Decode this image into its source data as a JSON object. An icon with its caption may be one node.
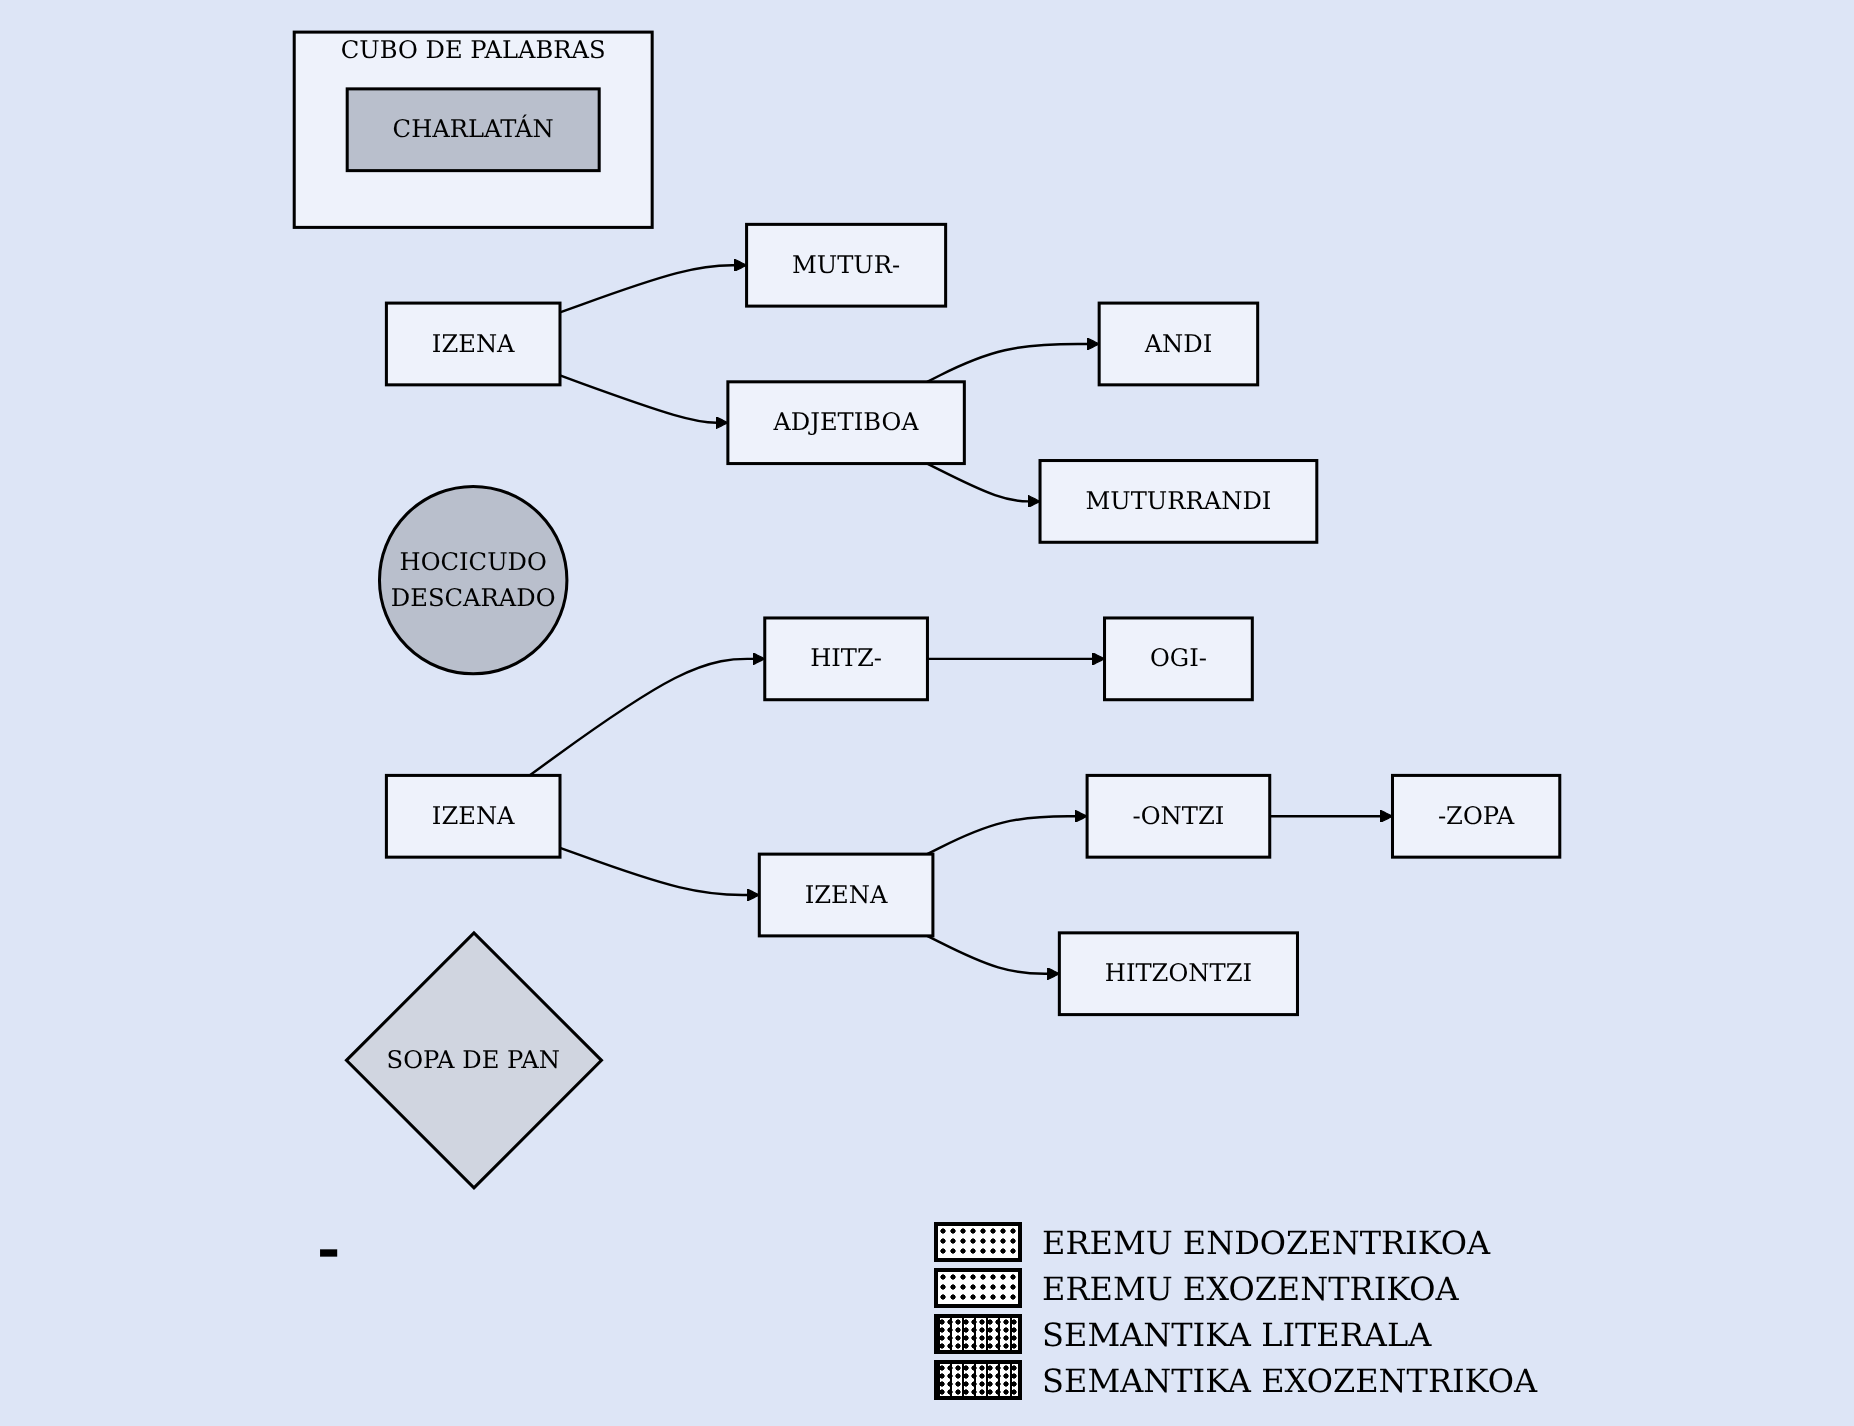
{
  "diagram": {
    "nodes": [
      {
        "text": [
          "IZENA"
        ]
      },
      {
        "text": [
          "MUTUR-"
        ]
      },
      {
        "text": [
          "ADJETIBOA"
        ]
      },
      {
        "text": [
          "ANDI"
        ]
      },
      {
        "text": [
          "MUTURRANDI"
        ]
      },
      {
        "text": [
          "HOCICUDO",
          "DESCARADO"
        ]
      },
      {
        "text": [
          "IZENA"
        ]
      },
      {
        "text": [
          "HITZ-"
        ]
      },
      {
        "text": [
          "OGI-"
        ]
      },
      {
        "text": [
          "IZENA"
        ]
      },
      {
        "text": [
          "-ONTZI"
        ]
      },
      {
        "text": [
          "-ZOPA"
        ]
      },
      {
        "text": [
          "HITZONTZI"
        ]
      },
      {
        "text": [
          "SOPA DE PAN"
        ]
      },
      {
        "text": [
          "CUBO DE PALABRAS"
        ]
      },
      {
        "text": [
          "CHARLATÁN"
        ],
        "in": 14
      }
    ],
    "edges": [
      {
        "from": 0,
        "to": 1,
        "arrow": "to"
      },
      {
        "from": 0,
        "to": 2,
        "arrow": "to"
      },
      {
        "from": 2,
        "to": 3,
        "arrow": "to"
      },
      {
        "from": 2,
        "to": 4,
        "arrow": "to"
      },
      {
        "from": 6,
        "to": 7,
        "arrow": "to"
      },
      {
        "from": 7,
        "to": 8,
        "arrow": "to"
      },
      {
        "from": 6,
        "to": 9,
        "arrow": "to"
      },
      {
        "from": 9,
        "to": 10,
        "arrow": "to"
      },
      {
        "from": 10,
        "to": 11,
        "arrow": "to"
      },
      {
        "from": 9,
        "to": 12,
        "arrow": "to"
      }
    ],
    "labels": [
      "-"
    ],
    "legend": [
      {
        "text": "EREMU ENDOZENTRIKOA"
      },
      {
        "text": "EREMU EXOZENTRIKOA"
      },
      {
        "text": "SEMANTIKA LITERALA"
      },
      {
        "text": "SEMANTIKA EXOZENTRIKOA"
      }
    ]
  }
}
